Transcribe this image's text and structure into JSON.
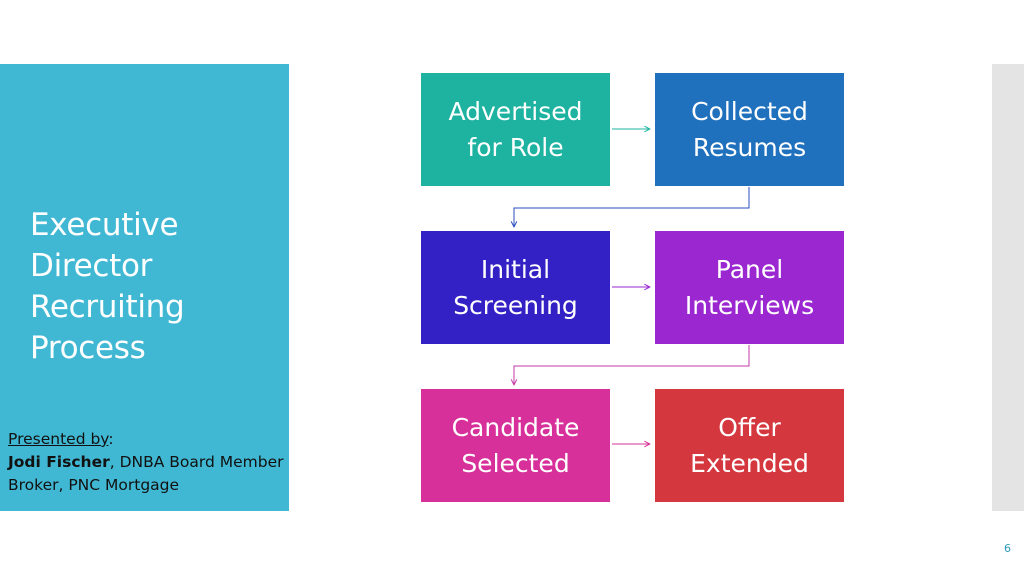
{
  "slide": {
    "title_lines": [
      "Executive",
      "Director",
      "Recruiting",
      "Process"
    ],
    "presenter": {
      "label": "Presented by",
      "label_suffix": ":",
      "name": "Jodi Fischer",
      "role": ", DNBA Board Member",
      "line2": "Broker, PNC Mortgage"
    },
    "page_number": "6"
  },
  "flow": {
    "steps": [
      {
        "id": "advertised",
        "text": "Advertised\nfor Role",
        "color": "#1db3a0"
      },
      {
        "id": "collected",
        "text": "Collected\nResumes",
        "color": "#1f70bd"
      },
      {
        "id": "screening",
        "text": "Initial\nScreening",
        "color": "#3321c5"
      },
      {
        "id": "interviews",
        "text": "Panel\nInterviews",
        "color": "#9b27d0"
      },
      {
        "id": "selected",
        "text": "Candidate\nSelected",
        "color": "#d7309a"
      },
      {
        "id": "offer",
        "text": "Offer\nExtended",
        "color": "#d5373e"
      }
    ],
    "connector_colors": [
      "#1db3a0",
      "#2a4fc0",
      "#9b27d0",
      "#c33aa8",
      "#d7309a"
    ]
  }
}
